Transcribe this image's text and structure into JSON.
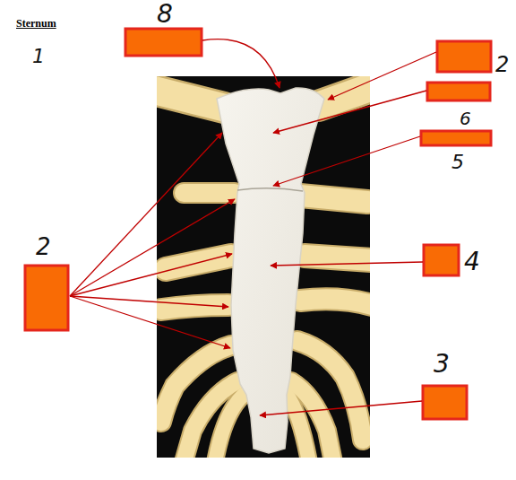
{
  "diagram": {
    "title": "Sternum",
    "labels": [
      "1",
      "8",
      "2",
      "6",
      "5",
      "2",
      "4",
      "3"
    ]
  }
}
